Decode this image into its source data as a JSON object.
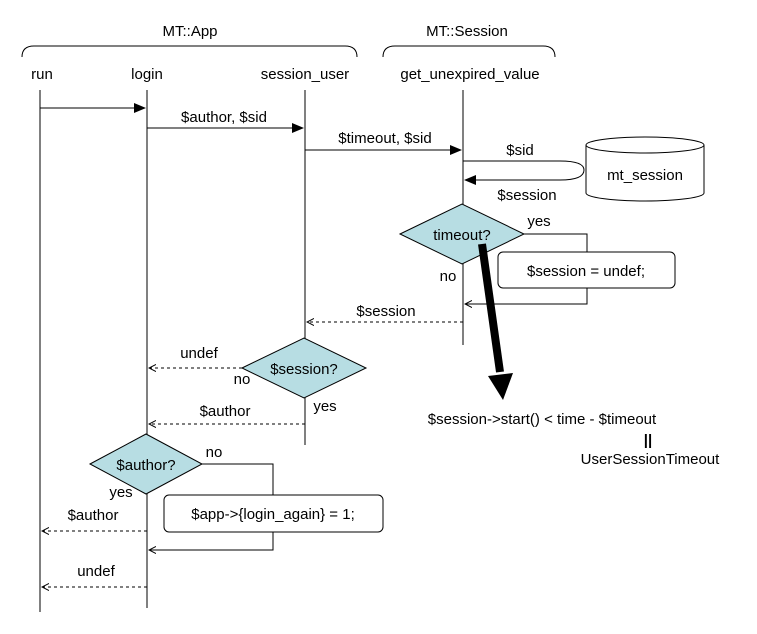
{
  "groups": {
    "app": "MT::App",
    "session": "MT::Session"
  },
  "lifelines": {
    "run": "run",
    "login": "login",
    "session_user": "session_user",
    "get_unexpired_value": "get_unexpired_value"
  },
  "messages": {
    "author_sid": "$author, $sid",
    "timeout_sid": "$timeout, $sid",
    "sid": "$sid",
    "session_ret": "$session",
    "session_back": "$session",
    "undef_1": "undef",
    "author_ret_1": "$author",
    "author_ret_2": "$author",
    "undef_2": "undef"
  },
  "database": "mt_session",
  "decisions": {
    "timeout": "timeout?",
    "session": "$session?",
    "author": "$author?"
  },
  "branches": {
    "timeout_yes": "yes",
    "timeout_no": "no",
    "session_no": "no",
    "session_yes": "yes",
    "author_no": "no",
    "author_yes": "yes"
  },
  "actions": {
    "session_undef": "$session = undef;",
    "login_again": "$app->{login_again} = 1;"
  },
  "annotation": {
    "expression": "$session->start() < time - $timeout",
    "equals_sign": "||",
    "config": "UserSessionTimeout"
  }
}
